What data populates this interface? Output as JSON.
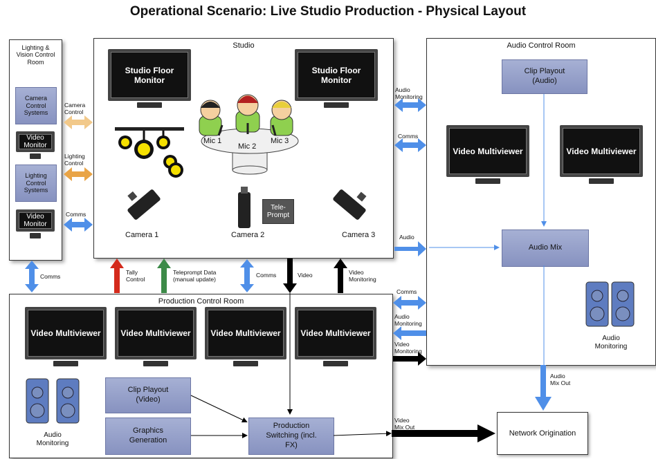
{
  "title": "Operational Scenario: Live Studio Production - Physical Layout",
  "rooms": {
    "lighting": "Lighting & Vision Control Room",
    "studio": "Studio",
    "audio": "Audio Control Room",
    "production": "Production Control Room"
  },
  "lighting_room": {
    "camera_control_systems": "Camera Control Systems",
    "video_monitor_1": "Video Monitor",
    "lighting_control_systems": "Lighting Control Systems",
    "video_monitor_2": "Video Monitor"
  },
  "studio": {
    "floor_monitor_left": "Studio Floor Monitor",
    "floor_monitor_right": "Studio Floor Monitor",
    "mic1": "Mic 1",
    "mic2": "Mic 2",
    "mic3": "Mic 3",
    "camera1": "Camera 1",
    "camera2": "Camera 2",
    "camera3": "Camera 3",
    "teleprompter": "Tele-Prompt"
  },
  "audio_room": {
    "clip_playout": "Clip Playout (Audio)",
    "multiviewer_left": "Video Multiviewer",
    "multiviewer_right": "Video Multiviewer",
    "audio_mix": "Audio Mix",
    "audio_monitoring": "Audio Monitoring"
  },
  "production_room": {
    "multiviewer_1": "Video Multiviewer",
    "multiviewer_2": "Video Multiviewer",
    "multiviewer_3": "Video Multiviewer",
    "multiviewer_4": "Video Multiviewer",
    "audio_monitoring": "Audio Monitoring",
    "clip_playout": "Clip Playout (Video)",
    "graphics": "Graphics Generation",
    "switching": "Production Switching (incl. FX)"
  },
  "network_origination": "Network Origination",
  "connections": {
    "camera_control": "Camera Control",
    "lighting_control": "Lighting Control",
    "comms_lighting_studio": "Comms",
    "comms_lighting_production": "Comms",
    "tally_control": "Tally Control",
    "teleprompt_data": "Teleprompt Data (manual update)",
    "comms_studio_production": "Comms",
    "video": "Video",
    "video_monitoring": "Video Monitoring",
    "audio_monitoring_studio": "Audio Monitoring",
    "comms_studio_audio": "Comms",
    "audio": "Audio",
    "comms_production_audio": "Comms",
    "audio_monitoring_production": "Audio Monitoring",
    "video_monitoring_production": "Video Monitoring",
    "audio_mix_out": "Audio Mix Out",
    "video_mix_out": "Video Mix Out"
  },
  "colors": {
    "blue_arrow": "#4f8fe8",
    "orange_arrow": "#e9a446",
    "light_orange_arrow": "#f2c98a",
    "red_arrow": "#d42a1c",
    "green_arrow": "#3c8a48",
    "black_arrow": "#000000",
    "box_blue": "#9aa4cc"
  }
}
